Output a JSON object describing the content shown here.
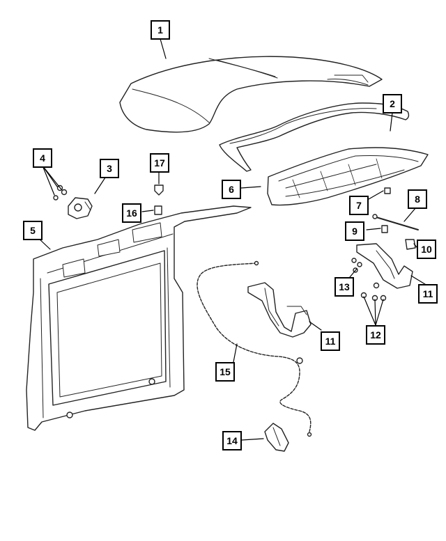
{
  "diagram": {
    "callouts": [
      {
        "id": "c1",
        "label": "1"
      },
      {
        "id": "c2",
        "label": "2"
      },
      {
        "id": "c3",
        "label": "3"
      },
      {
        "id": "c4",
        "label": "4"
      },
      {
        "id": "c5",
        "label": "5"
      },
      {
        "id": "c6",
        "label": "6"
      },
      {
        "id": "c7",
        "label": "7"
      },
      {
        "id": "c8",
        "label": "8"
      },
      {
        "id": "c9",
        "label": "9"
      },
      {
        "id": "c10",
        "label": "10"
      },
      {
        "id": "c11a",
        "label": "11"
      },
      {
        "id": "c11b",
        "label": "11"
      },
      {
        "id": "c12",
        "label": "12"
      },
      {
        "id": "c13",
        "label": "13"
      },
      {
        "id": "c14",
        "label": "14"
      },
      {
        "id": "c15",
        "label": "15"
      },
      {
        "id": "c16",
        "label": "16"
      },
      {
        "id": "c17",
        "label": "17"
      }
    ],
    "parts": [
      {
        "label": "1",
        "part": "hood-panel"
      },
      {
        "label": "2",
        "part": "hood-seal"
      },
      {
        "label": "3",
        "part": "hood-latch"
      },
      {
        "label": "4",
        "part": "latch-bolts"
      },
      {
        "label": "5",
        "part": "radiator-support"
      },
      {
        "label": "6",
        "part": "hood-inner-silencer"
      },
      {
        "label": "7",
        "part": "prop-rod-clip"
      },
      {
        "label": "8",
        "part": "prop-rod"
      },
      {
        "label": "9",
        "part": "prop-rod-grommet"
      },
      {
        "label": "10",
        "part": "hinge-bumper"
      },
      {
        "label": "11",
        "part": "hood-hinge"
      },
      {
        "label": "12",
        "part": "hinge-nuts"
      },
      {
        "label": "13",
        "part": "hinge-bolts"
      },
      {
        "label": "14",
        "part": "release-handle"
      },
      {
        "label": "15",
        "part": "release-cable"
      },
      {
        "label": "16",
        "part": "bumper"
      },
      {
        "label": "17",
        "part": "clip"
      }
    ]
  }
}
